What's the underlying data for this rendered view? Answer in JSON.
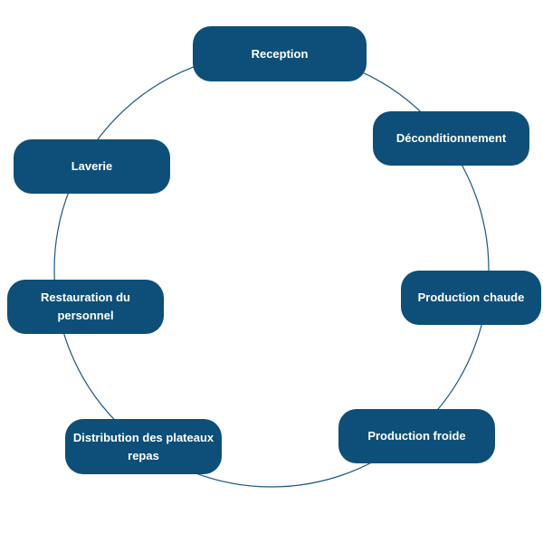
{
  "diagram": {
    "ring_color": "#1a5a82",
    "node_color": "#0d4f78",
    "text_color": "#ffffff",
    "steps": [
      {
        "id": "reception",
        "label": "Reception"
      },
      {
        "id": "deconditionnement",
        "label": "Déconditionnement"
      },
      {
        "id": "production-chaude",
        "label": "Production chaude"
      },
      {
        "id": "production-froide",
        "label": "Production froide"
      },
      {
        "id": "distribution",
        "label": "Distribution des plateaux repas"
      },
      {
        "id": "restauration",
        "label": "Restauration du personnel"
      },
      {
        "id": "laverie",
        "label": "Laverie"
      }
    ]
  }
}
